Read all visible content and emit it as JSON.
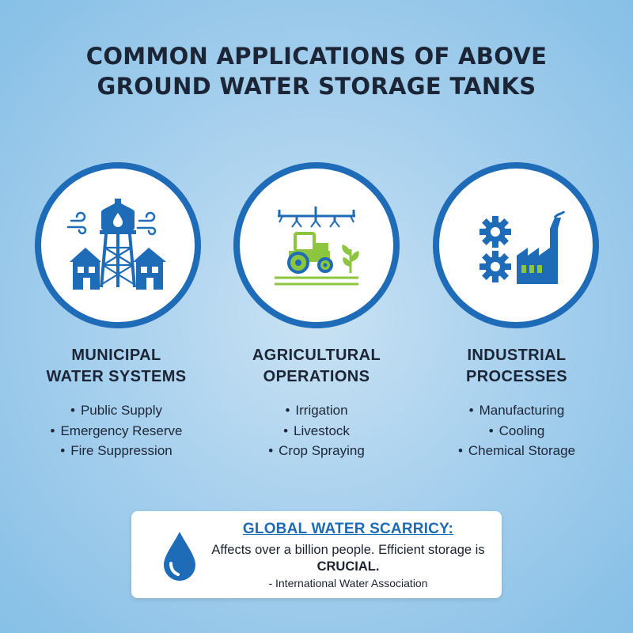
{
  "title": {
    "line1": "COMMON APPLICATIONS OF ABOVE",
    "line2": "GROUND WATER STORAGE TANKS"
  },
  "columns": [
    {
      "icon": "water-tower-icon",
      "title_line1": "MUNICIPAL",
      "title_line2": "WATER SYSTEMS",
      "items": [
        "Public Supply",
        "Emergency Reserve",
        "Fire Suppression"
      ]
    },
    {
      "icon": "tractor-irrigation-icon",
      "title_line1": "AGRICULTURAL",
      "title_line2": "OPERATIONS",
      "items": [
        "Irrigation",
        "Livestock",
        "Crop Spraying"
      ]
    },
    {
      "icon": "factory-gears-icon",
      "title_line1": "INDUSTRIAL",
      "title_line2": "PROCESSES",
      "items": [
        "Manufacturing",
        "Cooling",
        "Chemical Storage"
      ]
    }
  ],
  "callout": {
    "icon": "water-drop-icon",
    "heading": "GLOBAL WATER SCARRICY:",
    "body_text": "Affects over a billion people. Efficient storage is",
    "body_emphasis": "CRUCIAL.",
    "source": "- International Water Association"
  },
  "colors": {
    "accent_blue": "#1e6bb8",
    "accent_green": "#8cc63f",
    "title_dark": "#1b2535"
  }
}
